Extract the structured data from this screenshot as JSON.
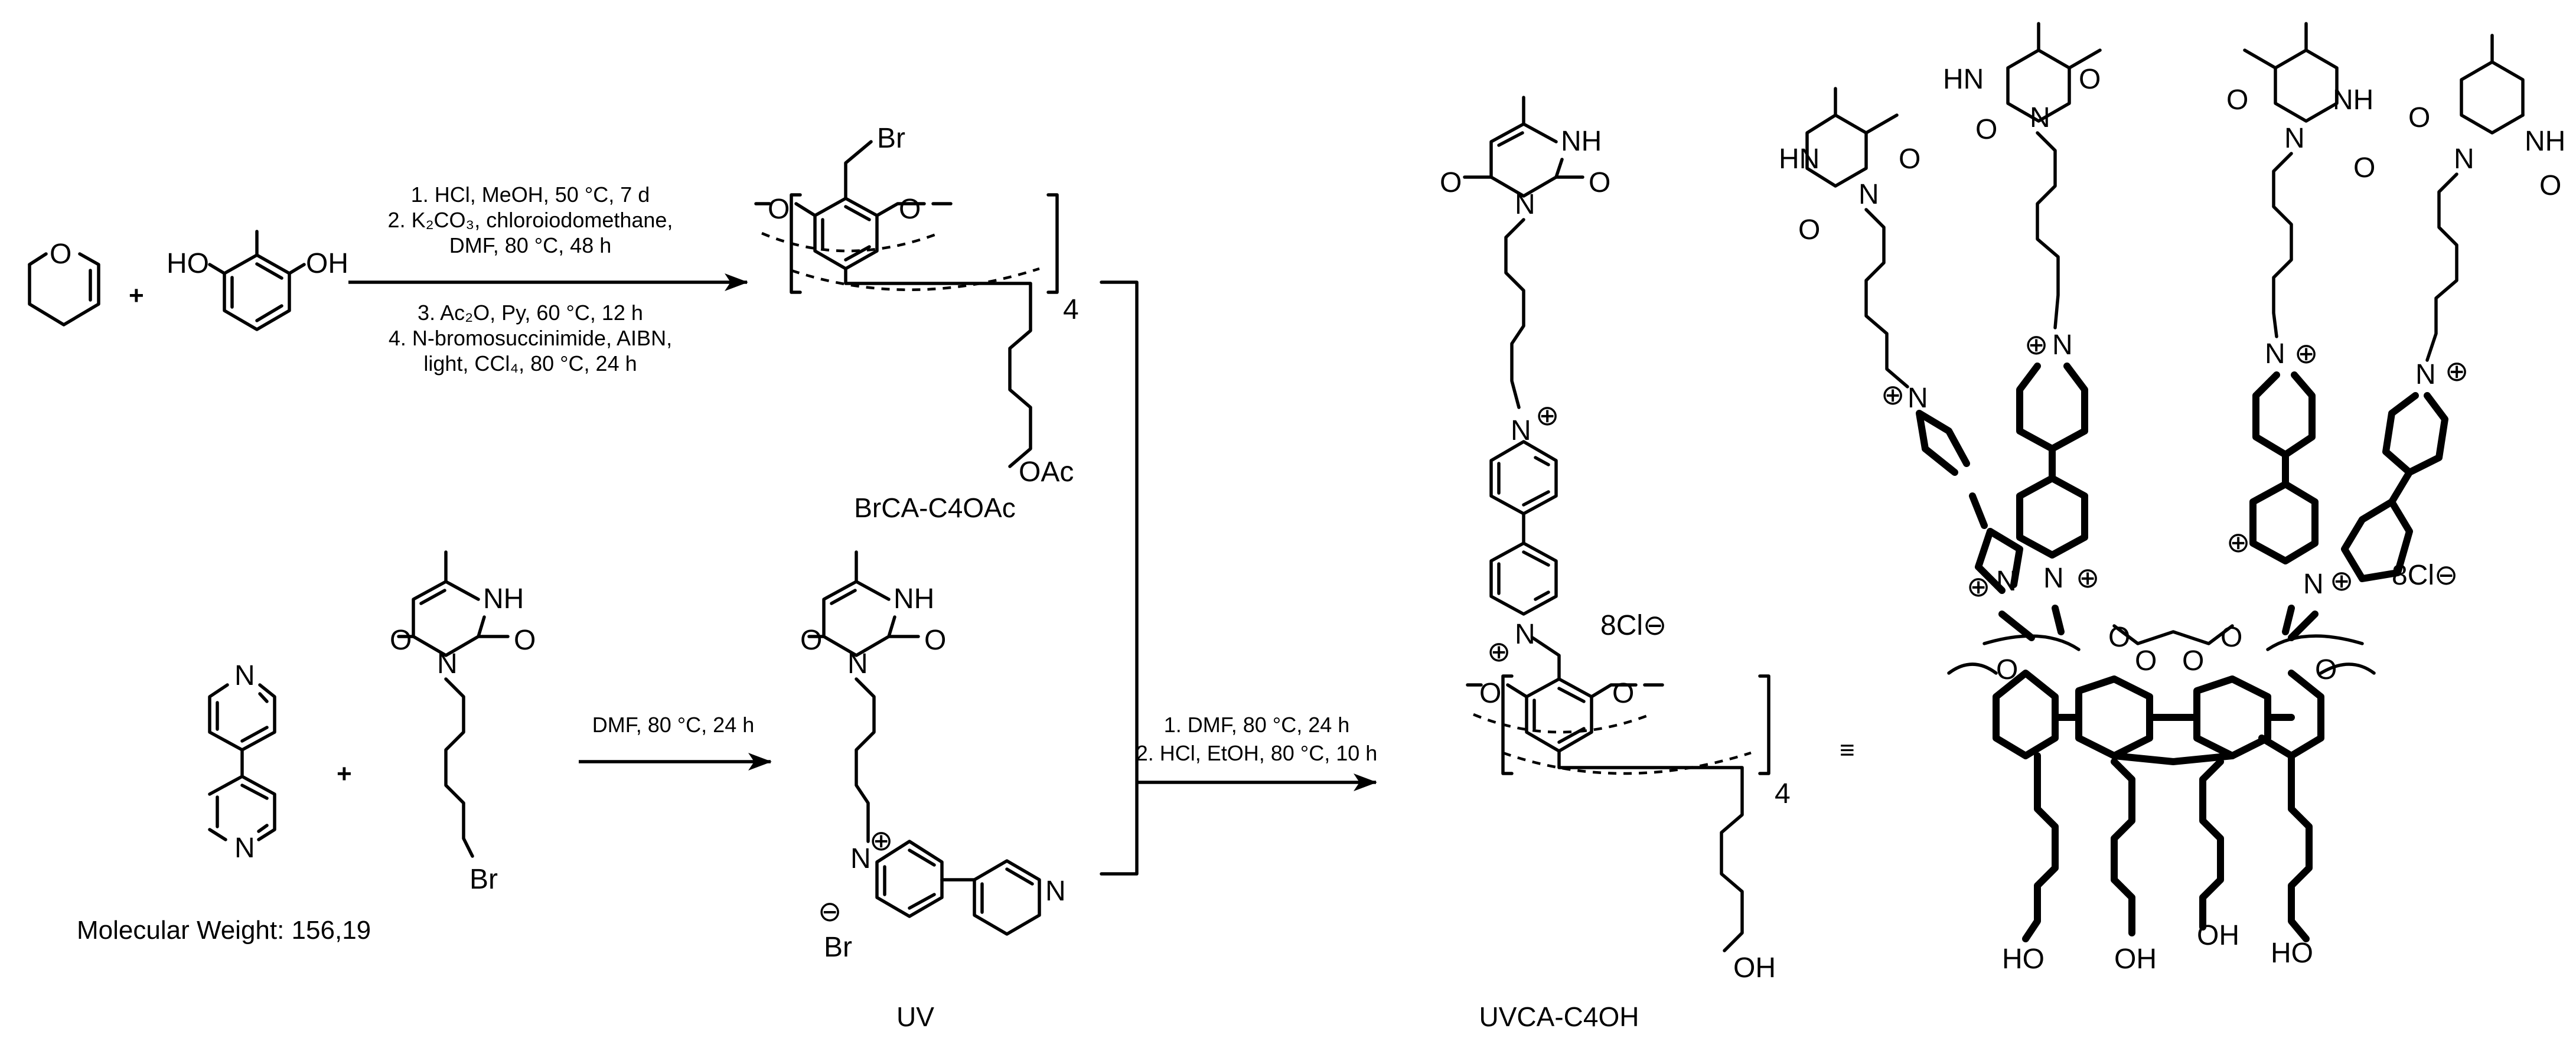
{
  "step1": {
    "conditions": [
      "1. HCl, MeOH, 50 °C, 7 d",
      "2. K₂CO₃, chloroiodomethane,",
      "DMF, 80 °C, 48 h",
      "3. Ac₂O, Py, 60 °C, 12 h",
      "4. N-bromosuccinimide, AIBN,",
      "light, CCl₄, 80 °C, 24 h"
    ]
  },
  "step2": {
    "conditions": [
      "DMF, 80 °C, 24 h"
    ]
  },
  "step3": {
    "conditions": [
      "1. DMF, 80 °C, 24 h",
      "2. HCl, EtOH, 80 °C, 10 h"
    ]
  },
  "compounds": {
    "brca": "BrCA-C4OAc",
    "uv": "UV",
    "uvca": "UVCA-C4OH",
    "bipyridine_mw": "Molecular Weight: 156,19"
  },
  "atoms": {
    "O": "O",
    "HO": "HO",
    "OH": "OH",
    "Br": "Br",
    "OAc": "OAc",
    "N": "N",
    "NH": "NH",
    "HN": "HN",
    "O_label": "O",
    "plus": "+",
    "cation": "⊕",
    "anion": "⊖",
    "count4": "4",
    "chloride": "8Cl⊖",
    "equiv": "≡"
  }
}
